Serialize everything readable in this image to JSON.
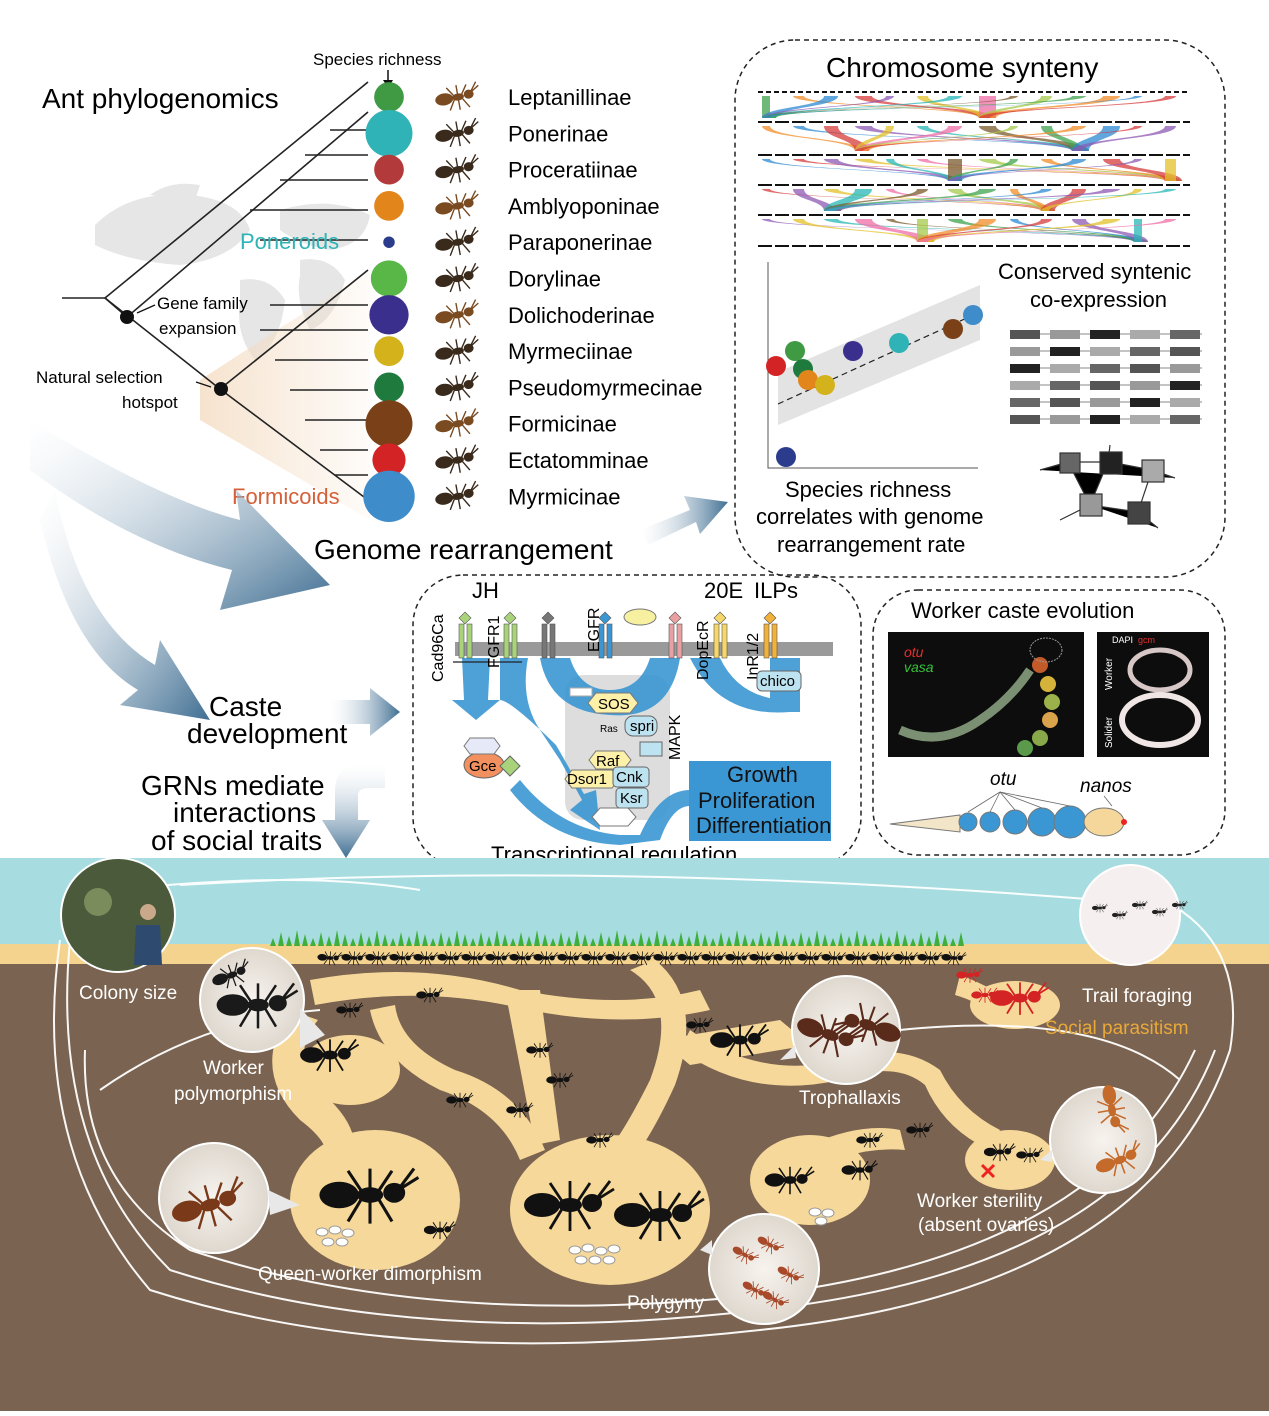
{
  "phylogeny": {
    "title": "Ant phylogenomics",
    "species_richness_label": "Species richness",
    "poneroids_label": "Poneroids",
    "formicoids_label": "Formicoids",
    "gene_family_label": [
      "Gene family",
      "expansion"
    ],
    "selection_label": [
      "Natural selection",
      "hotspot"
    ],
    "subfamilies": [
      {
        "name": "Leptanillinae",
        "color": "#3f9a43",
        "richness": 2
      },
      {
        "name": "Ponerinae",
        "color": "#2fb3b6",
        "richness": 5
      },
      {
        "name": "Proceratiinae",
        "color": "#b33a3a",
        "richness": 2
      },
      {
        "name": "Amblyoponinae",
        "color": "#e2861c",
        "richness": 2
      },
      {
        "name": "Paraponerinae",
        "color": "#2b3c8c",
        "richness": 0.3
      },
      {
        "name": "Dorylinae",
        "color": "#59b748",
        "richness": 3
      },
      {
        "name": "Dolichoderinae",
        "color": "#3a2f8d",
        "richness": 3.5
      },
      {
        "name": "Myrmeciinae",
        "color": "#d4b21c",
        "richness": 2
      },
      {
        "name": "Pseudomyrmecinae",
        "color": "#1f7a3e",
        "richness": 2
      },
      {
        "name": "Formicinae",
        "color": "#7a4118",
        "richness": 5
      },
      {
        "name": "Ectatomminae",
        "color": "#d42325",
        "richness": 2.5
      },
      {
        "name": "Myrmicinae",
        "color": "#3f8ccb",
        "richness": 6
      }
    ]
  },
  "genome_rearrangement_label": "Genome rearrangement",
  "synteny": {
    "title": "Chromosome synteny",
    "coexpression_label": [
      "Conserved syntenic",
      "co-expression"
    ],
    "correlation_caption": [
      "Species richness",
      "correlates with genome",
      "rearrangement rate"
    ]
  },
  "signaling": {
    "receptors": [
      "Cad96Ca",
      "FGFR1",
      "EGFR",
      "DopEcR",
      "InR1/2"
    ],
    "ligands": [
      "JH",
      "20E",
      "ILPs"
    ],
    "proteins": [
      "SOS",
      "Ras",
      "spri",
      "Raf",
      "Dsor1",
      "Cnk",
      "Ksr",
      "Gce",
      "chico"
    ],
    "mapk_label": "MAPK",
    "outcome": [
      "Growth",
      "Proliferation",
      "Differentiation"
    ],
    "footer": "Transcriptional regulation"
  },
  "caste_development_label": [
    "Caste",
    "development"
  ],
  "grn_label": [
    "GRNs mediate",
    "interactions",
    "of social traits"
  ],
  "worker_caste": {
    "title": "Worker caste evolution",
    "stain_labels": [
      "otu",
      "vasa"
    ],
    "panel_labels": [
      "DAPI",
      "gcm",
      "Worker",
      "Solider"
    ],
    "gene_labels": [
      "otu",
      "nanos"
    ]
  },
  "social_traits": {
    "colony_size": "Colony size",
    "worker_polymorphism": [
      "Worker",
      "polymorphism"
    ],
    "trail_foraging": "Trail foraging",
    "social_parasitism": "Social parasitism",
    "trophallaxis": "Trophallaxis",
    "worker_sterility": [
      "Worker sterility",
      "(absent ovaries)"
    ],
    "queen_worker": "Queen-worker dimorphism",
    "polygyny": "Polygyny"
  },
  "colors": {
    "sky": "#a7dde0",
    "soil": "#7a6350",
    "tunnel": "#f6d89a",
    "grass": "#3fae3c",
    "arrow": "#4b7fa3",
    "signal": "#3b97d3",
    "parasitism": "#e9a83a",
    "poneroids": "#2fb3b6",
    "formicoids": "#d4603a"
  }
}
